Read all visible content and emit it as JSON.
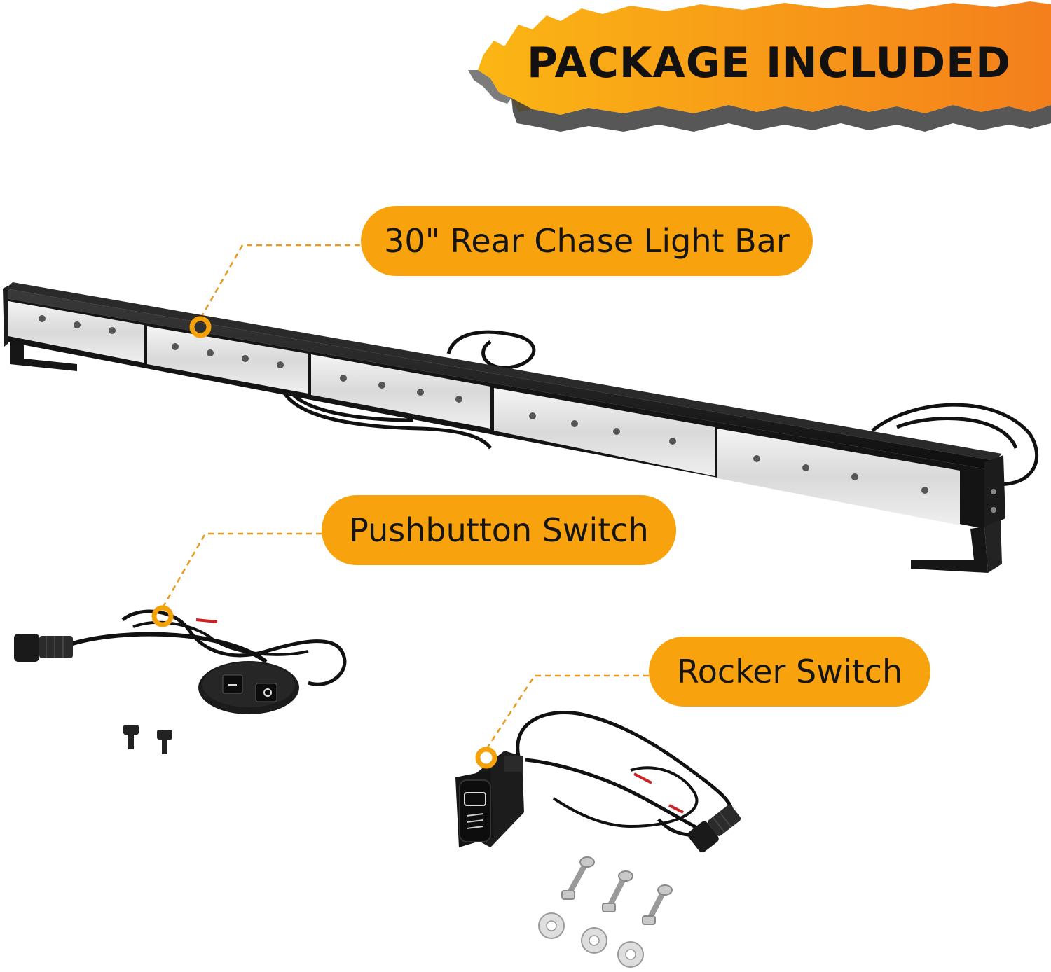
{
  "banner": {
    "title": "PACKAGE INCLUDED"
  },
  "items": [
    {
      "label": "30\" Rear Chase Light Bar"
    },
    {
      "label": "Pushbutton Switch"
    },
    {
      "label": "Rocker Switch"
    }
  ],
  "colors": {
    "accent": "#f8a20e",
    "banner_gradient_start": "#fbb614",
    "banner_gradient_end": "#f47f1c",
    "text": "#151515",
    "product_black": "#1a1a1a",
    "callout_line": "#e69a1e"
  },
  "icons": [
    "callout-dot-icon",
    "torn-paper-banner"
  ]
}
